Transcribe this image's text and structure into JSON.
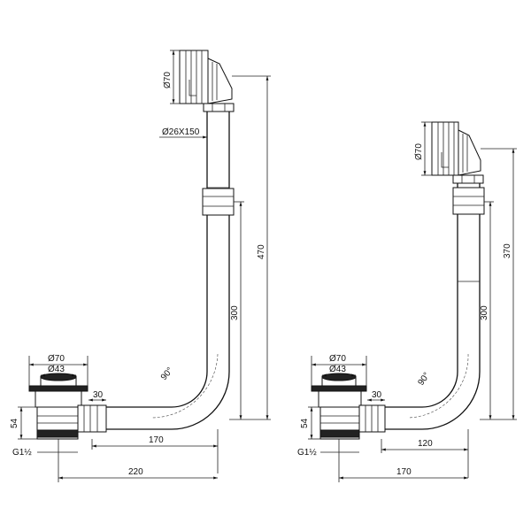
{
  "left": {
    "d_top_flange": "Ø70",
    "overflow_pipe": "Ø26X150",
    "total_height": "470",
    "riser_height": "300",
    "bend_angle": "90°",
    "drain_outer": "Ø70",
    "drain_inner": "Ø43",
    "offset": "30",
    "drain_height": "54",
    "thread": "G1½",
    "pipe_length": "170",
    "total_length": "220"
  },
  "right": {
    "d_top_flange": "Ø70",
    "total_height": "370",
    "riser_height": "300",
    "bend_angle": "90°",
    "drain_outer": "Ø70",
    "drain_inner": "Ø43",
    "offset": "30",
    "drain_height": "54",
    "thread": "G1½",
    "pipe_length": "120",
    "total_length": "170"
  }
}
